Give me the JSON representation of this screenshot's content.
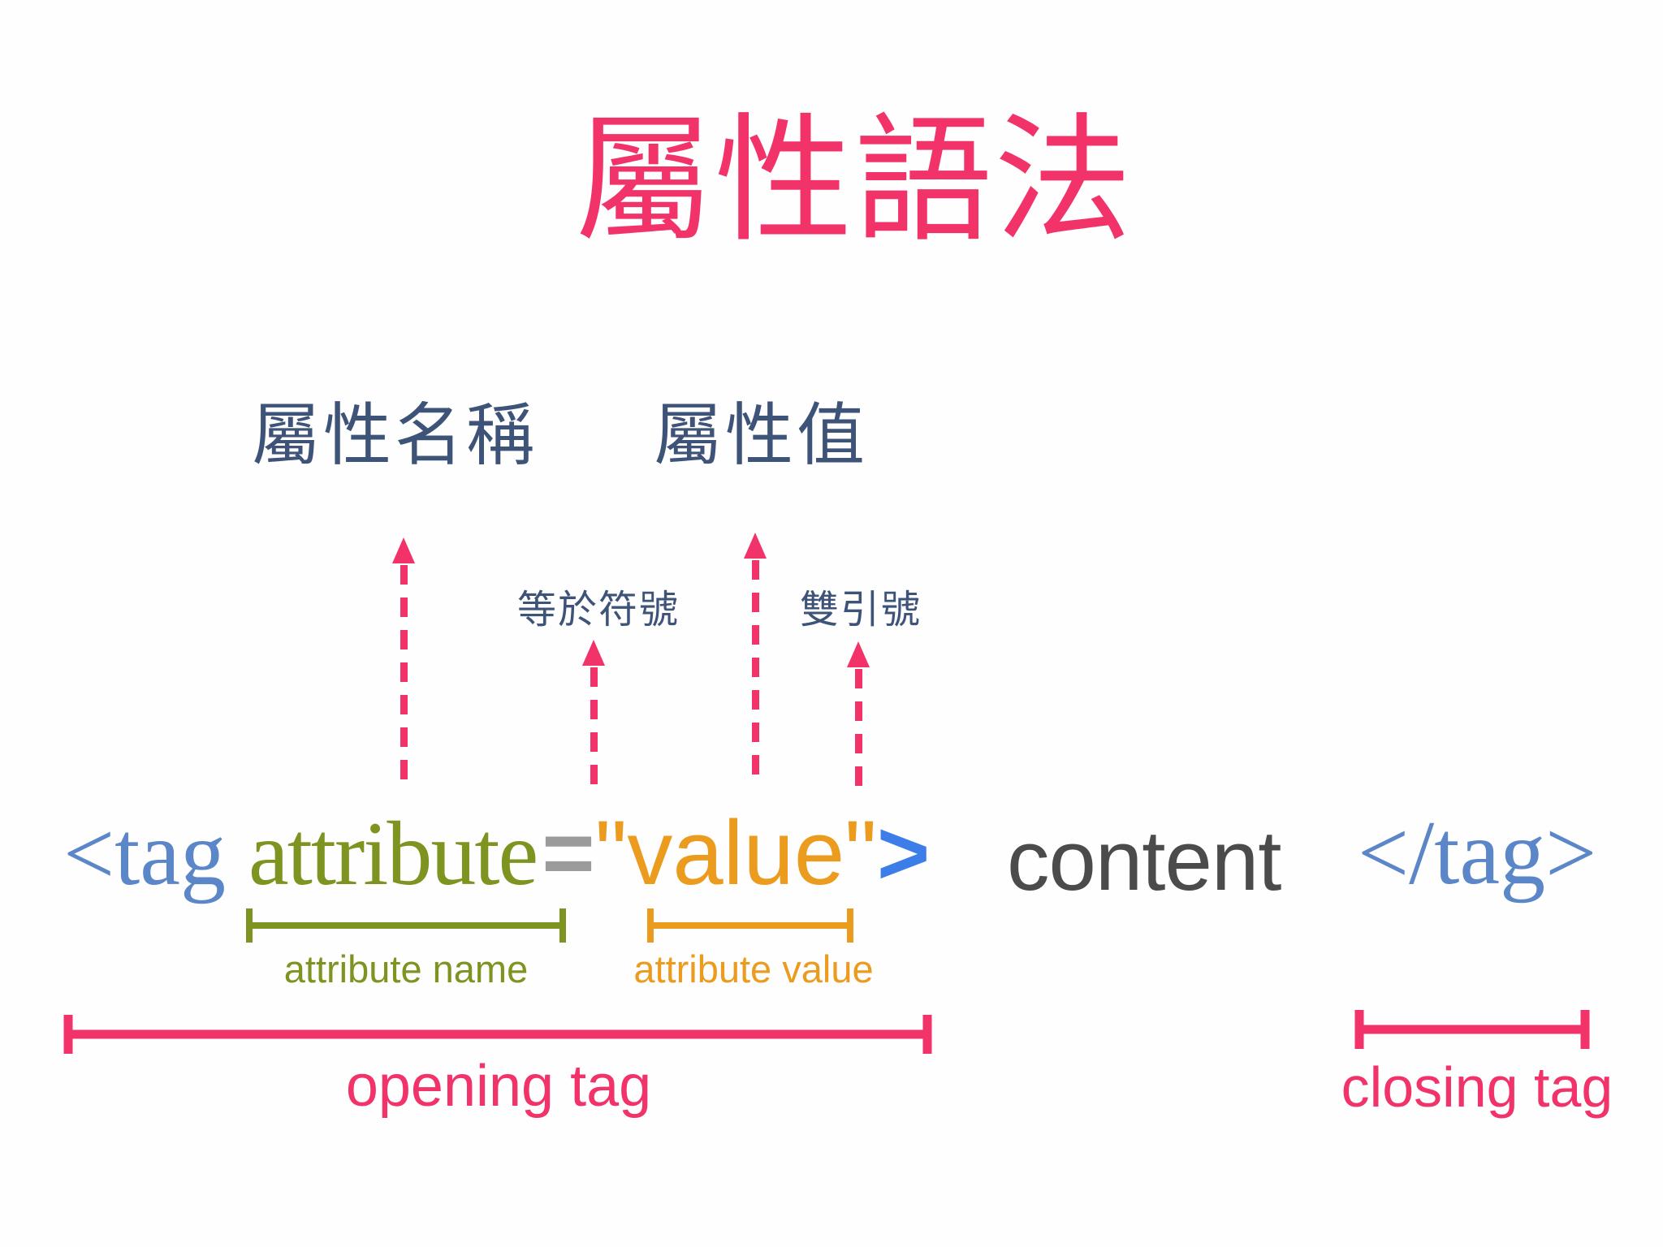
{
  "title": {
    "text": "屬性語法"
  },
  "annotations": {
    "attr_name_cn": "屬性名稱",
    "attr_value_cn": "屬性值",
    "equals_cn": "等於符號",
    "quotes_cn": "雙引號"
  },
  "code": {
    "open_tag": "<tag",
    "attribute": "attribute",
    "equals": "=",
    "value": "\"value\"",
    "close_angle": ">",
    "content": "content",
    "close_tag": "</tag>"
  },
  "captions": {
    "attribute_name": "attribute name",
    "attribute_value": "attribute value",
    "opening_tag": "opening tag",
    "closing_tag": "closing tag"
  },
  "colors": {
    "title_pink": "#F1336A",
    "label_navy": "#3E5378",
    "tag_blue": "#5B86C7",
    "bright_blue": "#3C7DE8",
    "attribute_olive": "#7D9421",
    "value_orange": "#EB9C1F",
    "equals_gray": "#9B9B9B",
    "content_gray": "#4B4B4B",
    "background": "#FEFEFE"
  }
}
